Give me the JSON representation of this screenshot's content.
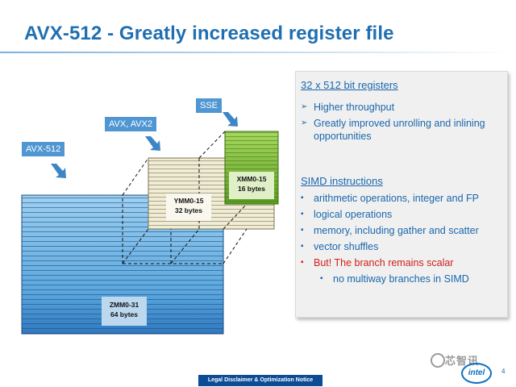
{
  "slide": {
    "title": "AVX-512 - Greatly increased register file",
    "page_number": "4"
  },
  "diagram": {
    "labels": {
      "sse": "SSE",
      "avx": "AVX, AVX2",
      "avx512": "AVX-512"
    },
    "registers": {
      "zmm": {
        "name": "ZMM0-31",
        "size": "64 bytes",
        "fill": "#5aa6db"
      },
      "ymm": {
        "name": "YMM0-15",
        "size": "32 bytes",
        "fill": "#f1ecd4"
      },
      "xmm": {
        "name": "XMM0-15",
        "size": "16 bytes",
        "fill": "#7fbf3a"
      }
    },
    "colors": {
      "tag_bg": "#4f96d2",
      "arrow": "#3d86c6"
    }
  },
  "panel": {
    "heading1": "32 x 512 bit registers",
    "bullets1": [
      {
        "text": "Higher throughput"
      },
      {
        "text": "Greatly improved unrolling and inlining opportunities"
      }
    ],
    "heading2": "SIMD instructions",
    "bullets2": [
      {
        "text": "arithmetic operations, integer and FP"
      },
      {
        "text": "logical operations"
      },
      {
        "text": "memory, including gather and scatter"
      },
      {
        "text": "vector shuffles"
      },
      {
        "text": "But! The branch remains scalar"
      },
      {
        "text": "no multiway branches in SIMD"
      }
    ]
  },
  "footer": {
    "disclaimer": "Legal Disclaimer & Optimization Notice",
    "watermark": "芯智讯",
    "logo": "intel"
  }
}
